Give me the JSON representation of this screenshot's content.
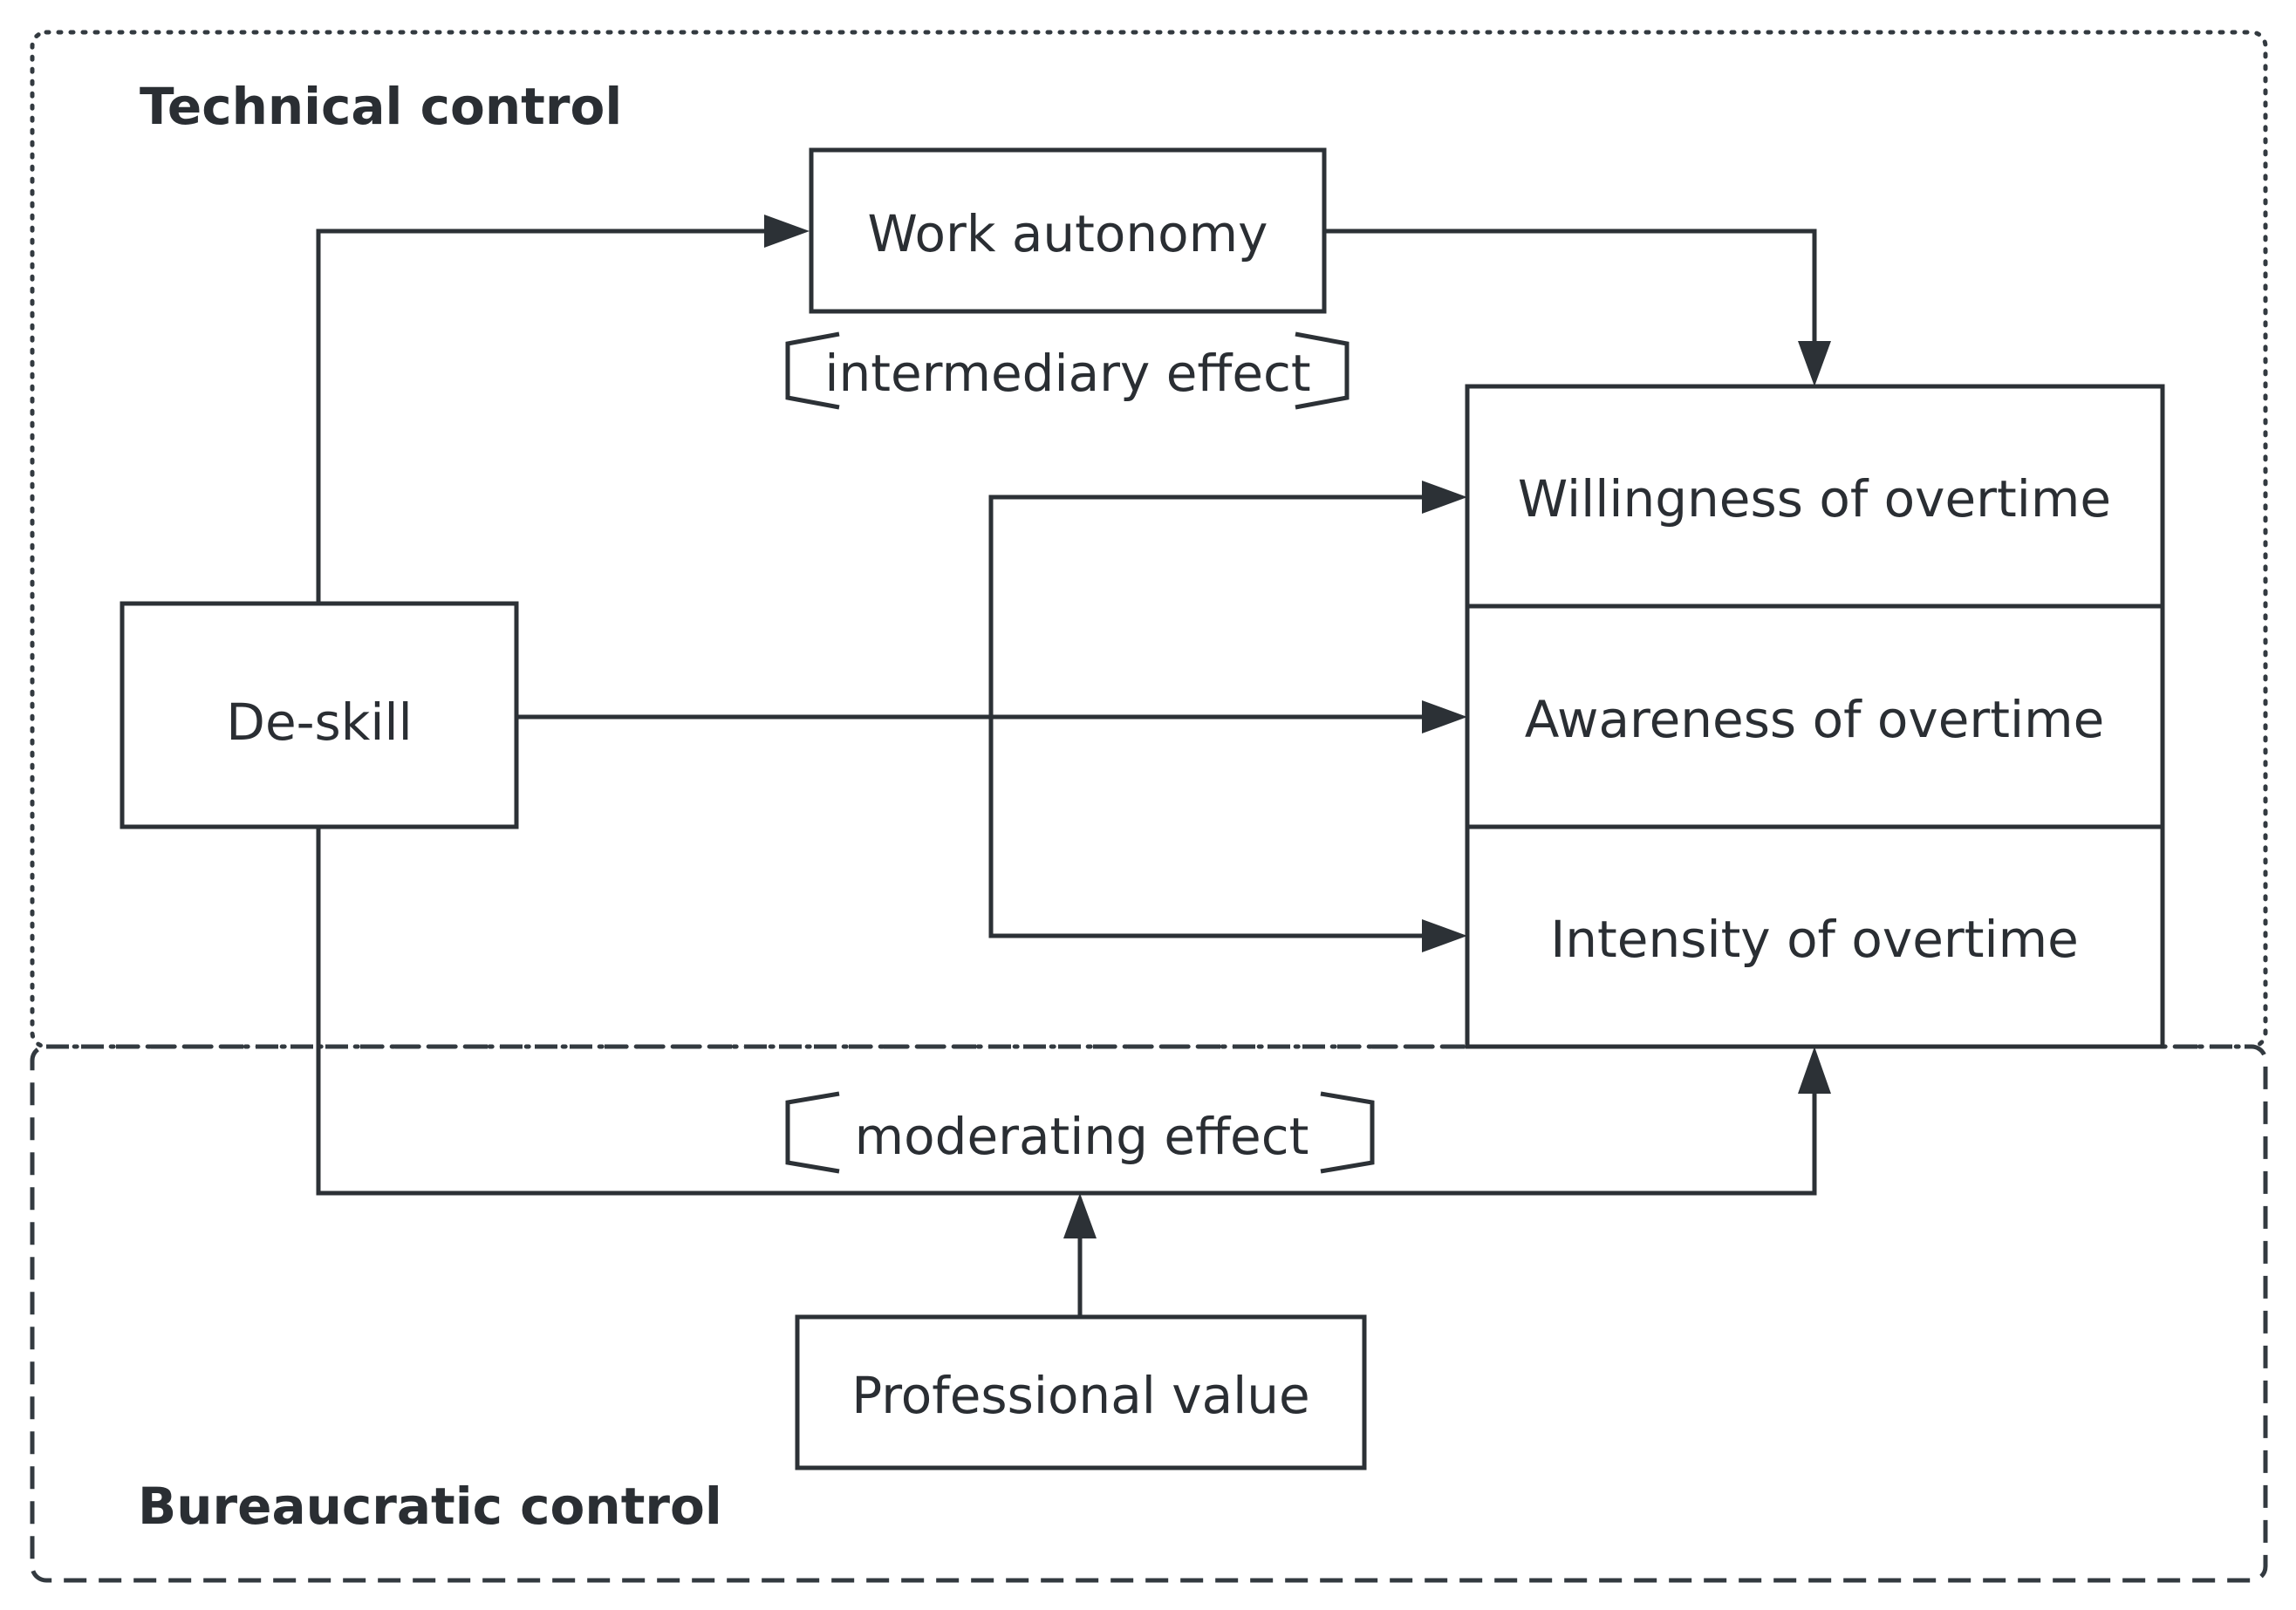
{
  "regions": {
    "technical": "Technical control",
    "bureaucratic": "Bureaucratic control"
  },
  "nodes": {
    "deskill": "De-skill",
    "work_autonomy": "Work autonomy",
    "willingness": "Willingness of overtime",
    "awareness": "Awareness of overtime",
    "intensity": "Intensity of overtime",
    "professional_value": "Professional value"
  },
  "effects": {
    "intermediary": "intermediary effect",
    "moderating": "moderating effect"
  }
}
